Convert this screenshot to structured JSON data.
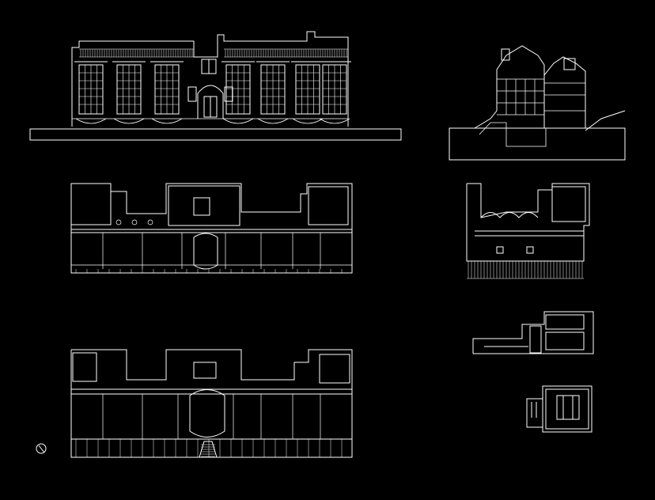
{
  "drawing": {
    "background": "#000000",
    "line_color": "#ffffff",
    "views": [
      {
        "id": "front-elevation",
        "kind": "elevation"
      },
      {
        "id": "side-section",
        "kind": "section"
      },
      {
        "id": "ground-floor-plan",
        "kind": "plan"
      },
      {
        "id": "side-plan-upper",
        "kind": "plan"
      },
      {
        "id": "first-floor-plan",
        "kind": "plan"
      },
      {
        "id": "side-plan-small",
        "kind": "plan"
      },
      {
        "id": "side-plan-detail",
        "kind": "plan"
      }
    ],
    "north_arrow": {
      "icon": "north-arrow-icon"
    }
  }
}
